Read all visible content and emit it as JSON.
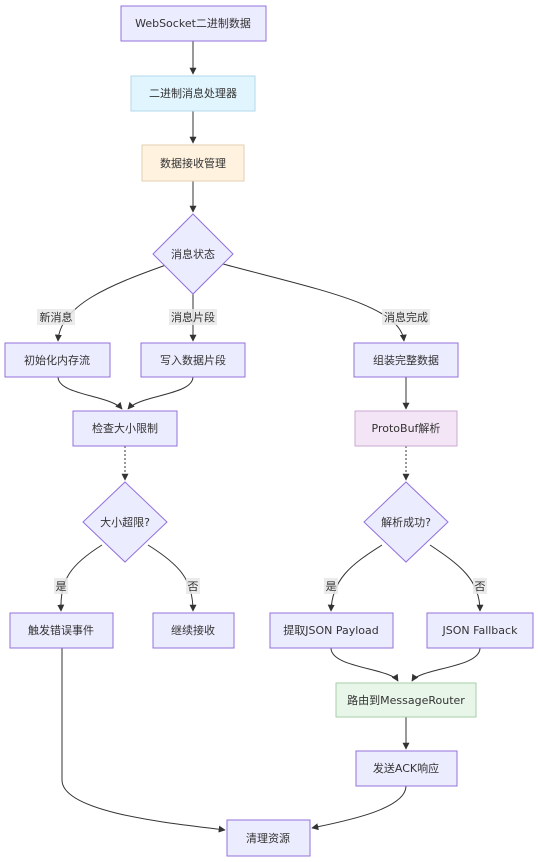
{
  "nodes": {
    "ws_binary": "WebSocket二进制数据",
    "binary_handler": "二进制消息处理器",
    "data_recv": "数据接收管理",
    "msg_state": "消息状态",
    "init_stream": "初始化内存流",
    "write_chunk": "写入数据片段",
    "assemble": "组装完整数据",
    "check_size": "检查大小限制",
    "protobuf": "ProtoBuf解析",
    "size_exceeded": "大小超限?",
    "parse_ok": "解析成功?",
    "raise_error": "触发错误事件",
    "continue_recv": "继续接收",
    "extract_json": "提取JSON Payload",
    "json_fallback": "JSON Fallback",
    "route": "路由到MessageRouter",
    "send_ack": "发送ACK响应",
    "cleanup": "清理资源"
  },
  "edge_labels": {
    "new_msg": "新消息",
    "msg_chunk": "消息片段",
    "msg_complete": "消息完成",
    "yes_size": "是",
    "no_size": "否",
    "yes_parse": "是",
    "no_parse": "否"
  },
  "colors": {
    "default_fill": "#ececff",
    "default_stroke": "#9370db",
    "handler_fill": "#e1f5fe",
    "handler_stroke": "#b3d9ec",
    "recv_fill": "#fff3e0",
    "recv_stroke": "#e0cfb0",
    "protobuf_fill": "#f3e5f5",
    "protobuf_stroke": "#c9a8d2",
    "route_fill": "#e8f5e9",
    "route_stroke": "#a5cfa8",
    "edge": "#333333",
    "text": "#333333"
  }
}
